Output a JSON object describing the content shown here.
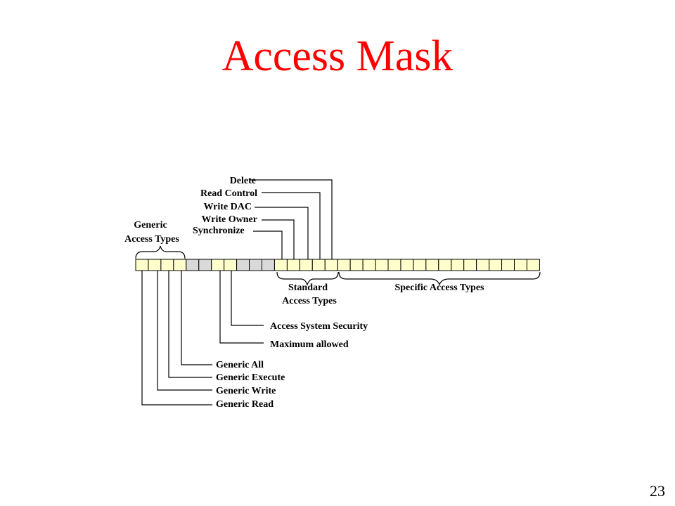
{
  "slide": {
    "title": "Access Mask",
    "page_number": "23",
    "title_color": "#ff0000"
  },
  "colors": {
    "generic_bit": "#ffffcc",
    "reserved_bit": "#d9d9d9",
    "line": "#000000"
  },
  "mask": {
    "total_bits": 32,
    "reserved_bits": [
      4,
      5,
      8,
      9,
      10
    ]
  },
  "labels": {
    "generic_group_line1": "Generic",
    "generic_group_line2": "Access Types",
    "standard_group_line1": "Standard",
    "standard_group_line2": "Access Types",
    "specific_group": "Specific Access Types",
    "delete": "Delete",
    "read_control": "Read Control",
    "write_dac": "Write DAC",
    "write_owner": "Write Owner",
    "synchronize": "Synchronize",
    "access_system_security": "Access System Security",
    "maximum_allowed": "Maximum allowed",
    "generic_all": "Generic All",
    "generic_execute": "Generic Execute",
    "generic_write": "Generic Write",
    "generic_read": "Generic Read"
  }
}
